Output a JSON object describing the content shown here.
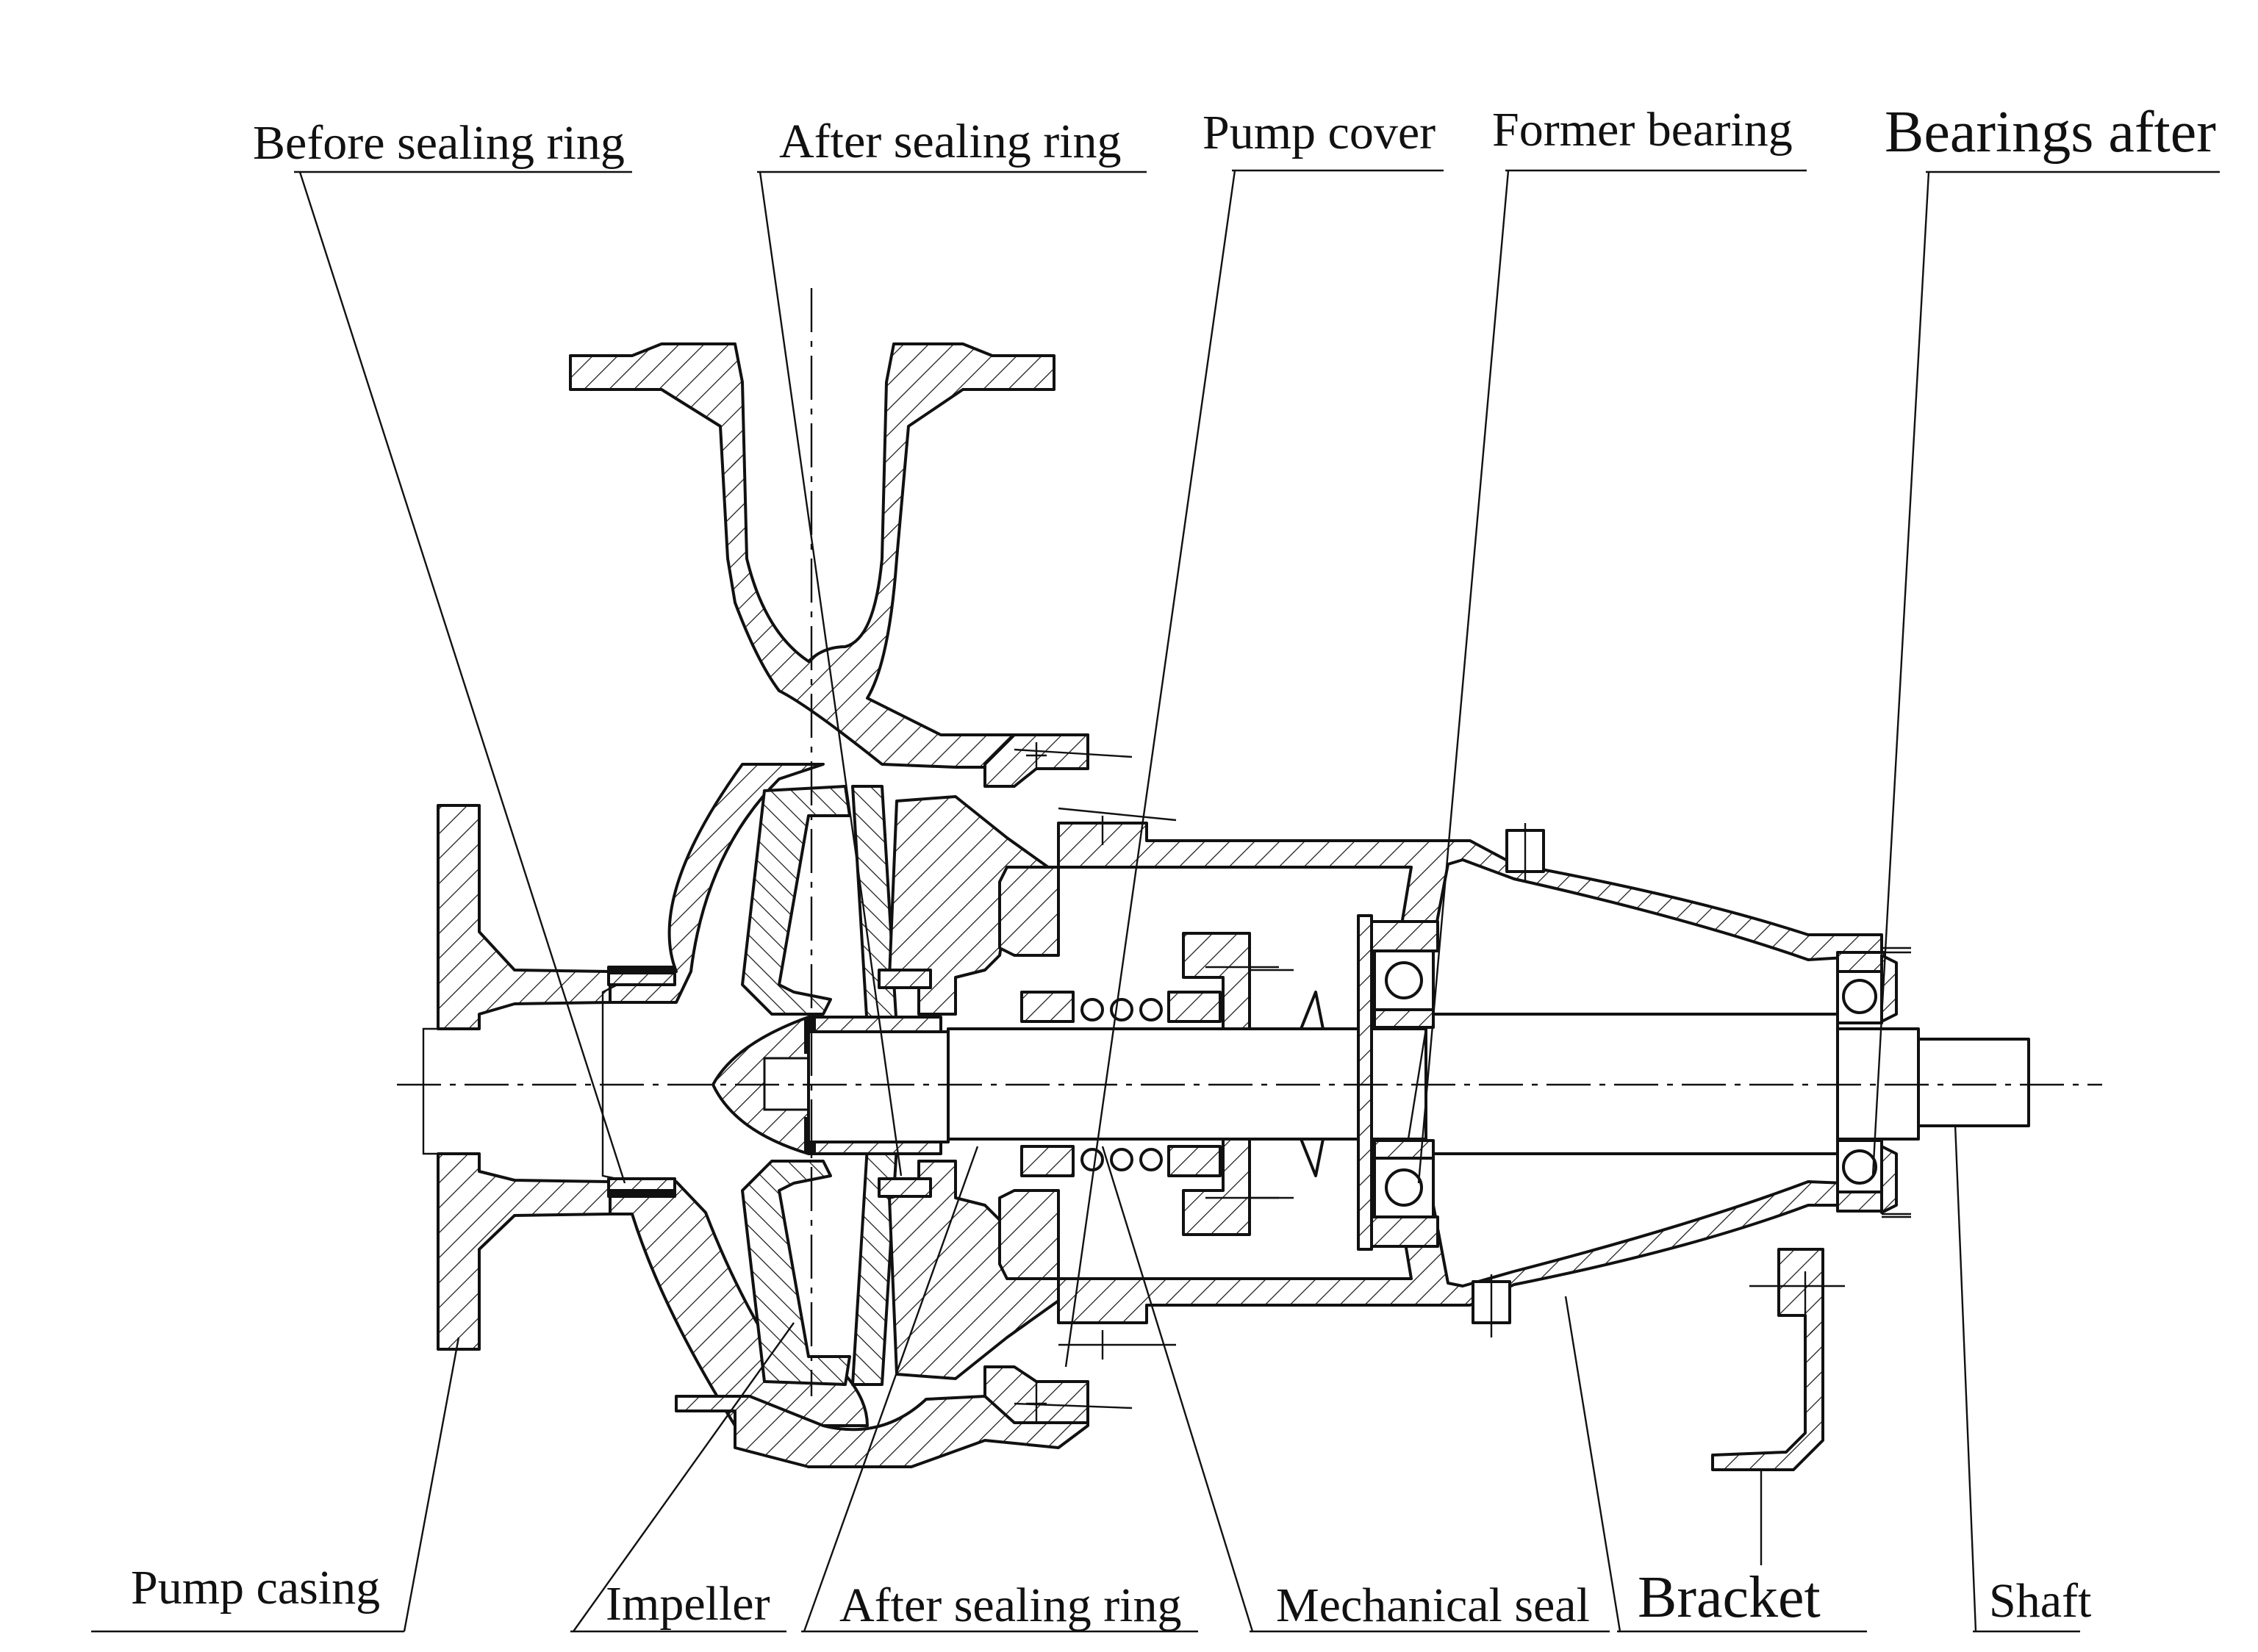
{
  "labels": {
    "before_sealing_ring": "Before sealing ring",
    "after_sealing_ring_top": "After sealing ring",
    "pump_cover": "Pump cover",
    "former_bearing": "Former bearing",
    "bearings_after": "Bearings after",
    "pump_casing": "Pump casing",
    "impeller": "Impeller",
    "after_sealing_ring_bottom": "After sealing ring",
    "mechanical_seal": "Mechanical seal",
    "bracket": "Bracket",
    "shaft": "Shaft"
  },
  "colors": {
    "ink": "#111111",
    "background": "#ffffff"
  }
}
